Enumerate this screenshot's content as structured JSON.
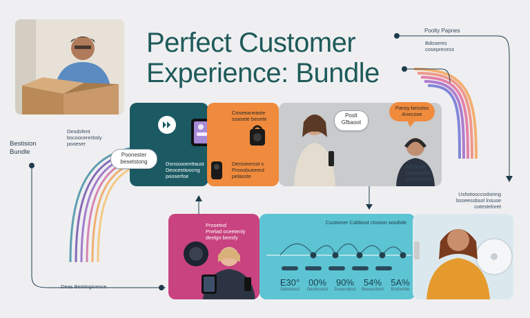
{
  "title": {
    "line1": "Perfect Customer",
    "line2": "Experience: Bundle"
  },
  "left_label": {
    "line1": "Bestision",
    "line2": "Bundle"
  },
  "bottom_left_label": "Deas Bestingicence",
  "top_right_label": "Poolty Papnes",
  "top_right_sub": {
    "line1": "Bdoseres",
    "line2": "coseprecess"
  },
  "upper_row": {
    "left_text": {
      "line1": "Desdsfent",
      "line2": "bscoocererbsly",
      "line3": "pooeser"
    },
    "bubble_left": {
      "line1": "Poonester",
      "line2": "besetstong"
    },
    "teal_card_caption": {
      "line1": "Dsnssooenttaust",
      "line2": "Deocestioocng",
      "line3": "pooserfoe"
    },
    "orange_card_top": {
      "line1": "Coseeaneaste",
      "line2": "ssasete besete"
    },
    "orange_card_bottom": {
      "line1": "Deroseersst s",
      "line2": "Prooobueeeut",
      "line3": "pelasste"
    },
    "bubble_mid": {
      "line1": "Poslt",
      "line2": "Gfbaoot"
    },
    "bubble_orange": {
      "line1": "Pansy besstss",
      "line2": "Anecose"
    },
    "right_caption": {
      "line1": "Aeclcset beobortbet",
      "line2": "bwnesraate"
    }
  },
  "right_middle_label": {
    "line1": "Ushotooccodsiring",
    "line2": "bsseessbsol lnsuse",
    "line3": "cotestelnret"
  },
  "lower_row": {
    "pink_text": {
      "line1": "Prosetnd",
      "line2": "Pnelad oceetenly",
      "line3": "deelgn beesfy"
    },
    "panel_title": "Customer Cabboot ctsoion woobde",
    "stats": [
      {
        "value": "E30°",
        "label": "Dotoetocd"
      },
      {
        "value": "00%",
        "label": "Deoboootsl"
      },
      {
        "value": "90%",
        "label": "Dsoecobocl"
      },
      {
        "value": "54%",
        "label": "Beeoocbool"
      },
      {
        "value": "5A%",
        "label": "Bceteoble"
      }
    ]
  },
  "colors": {
    "teal": "#1b5a63",
    "orange": "#f08a3c",
    "pink": "#c8437f",
    "cyan": "#5cc4d2",
    "title": "#1f5a5a"
  },
  "icons": [
    "play-icon",
    "phone-icon",
    "camera-icon",
    "tablet-icon",
    "speaker-icon"
  ]
}
